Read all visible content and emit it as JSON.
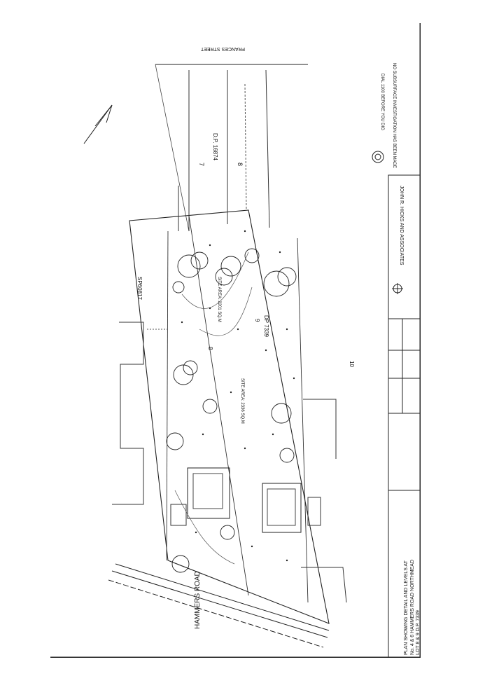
{
  "title_block": {
    "line1": "PLAN SHOWING DETAIL AND LEVELS AT",
    "line2": "No. 4 & 6 HAMMERS ROAD NORTHMEAD",
    "line3": "LOT 8 & 9 D.P. 7339",
    "firm": "JOHN R. HICKS AND ASSOCIATES"
  },
  "warnings": {
    "dial": "DIAL 1100 BEFORE YOU DIG",
    "subsurface": "NO SUBSURFACE INVESTIGATION HAS BEEN MADE"
  },
  "streets": {
    "hammers_road": "HAMMERS ROAD",
    "frances_street": "FRANCES STREET"
  },
  "lots": {
    "lot7": "7",
    "lot8_top": "8",
    "dp_top": "D.P. 16874",
    "lot8": "8",
    "lot9": "9",
    "dp_mid": "DP 7339",
    "lot10": "10",
    "sp": "SP60817"
  },
  "site_areas": {
    "upper": "SITE AREA: 2201 SQ.M",
    "lower": "SITE AREA: 2336 SQ.M"
  }
}
